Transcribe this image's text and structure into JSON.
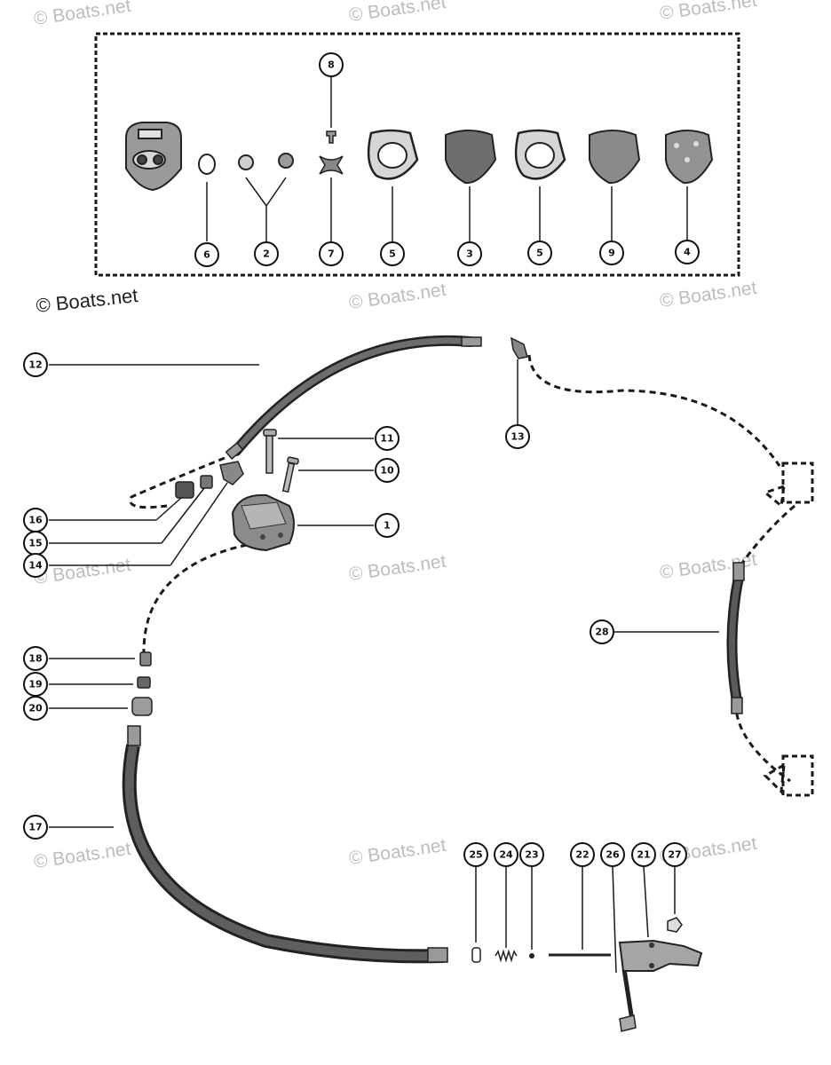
{
  "watermark": "© Boats.net",
  "callouts": {
    "kit": [
      "6",
      "2",
      "8",
      "7",
      "5",
      "3",
      "5",
      "9",
      "4"
    ],
    "main": [
      "12",
      "13",
      "11",
      "10",
      "1",
      "16",
      "15",
      "14",
      "18",
      "19",
      "20",
      "28",
      "17",
      "25",
      "24",
      "23",
      "22",
      "26",
      "21",
      "27"
    ]
  },
  "colors": {
    "line": "#1a1a1a",
    "part_fill": "#7a7a7a",
    "hose_fill": "#3c3c3c",
    "watermark": "#bdbdbd"
  }
}
